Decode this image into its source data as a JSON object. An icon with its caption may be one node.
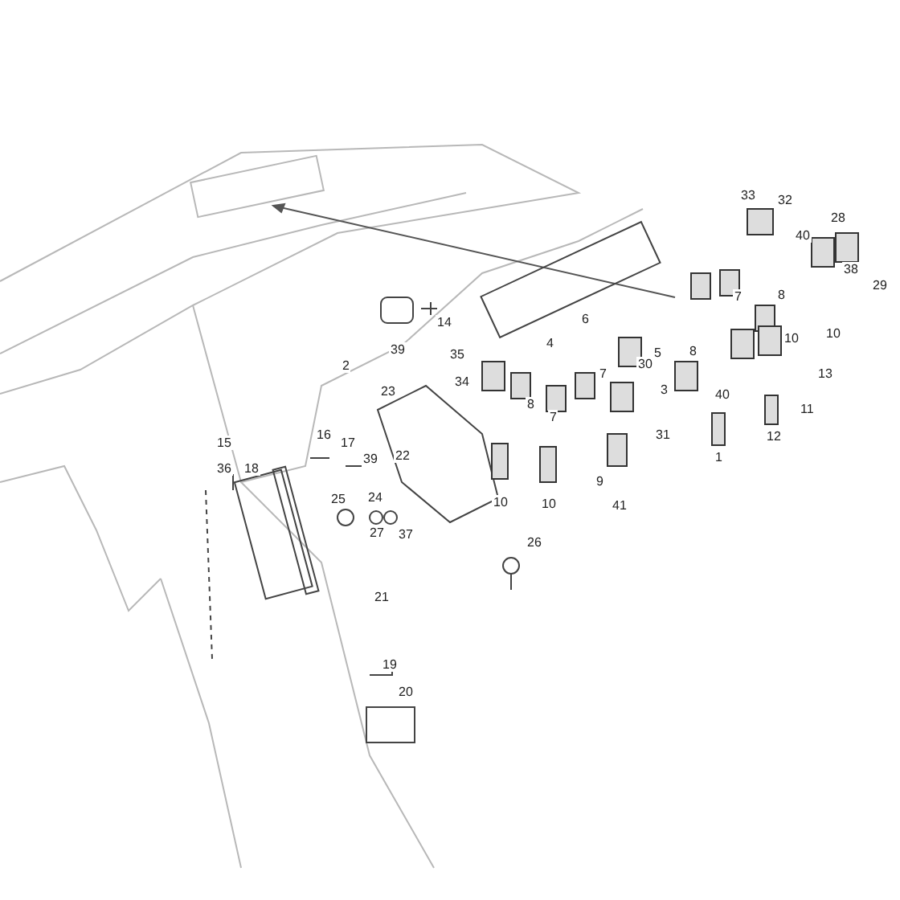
{
  "diagram": {
    "labels": [
      "33",
      "32",
      "28",
      "40",
      "29",
      "38",
      "8",
      "7",
      "14",
      "6",
      "5",
      "4",
      "10",
      "10",
      "39",
      "2",
      "8",
      "35",
      "3",
      "7",
      "30",
      "34",
      "13",
      "11",
      "40",
      "23",
      "8",
      "7",
      "12",
      "31",
      "16",
      "17",
      "15",
      "36",
      "18",
      "39",
      "22",
      "1",
      "9",
      "24",
      "25",
      "10",
      "10",
      "41",
      "27",
      "37",
      "26",
      "21",
      "19",
      "20"
    ]
  }
}
